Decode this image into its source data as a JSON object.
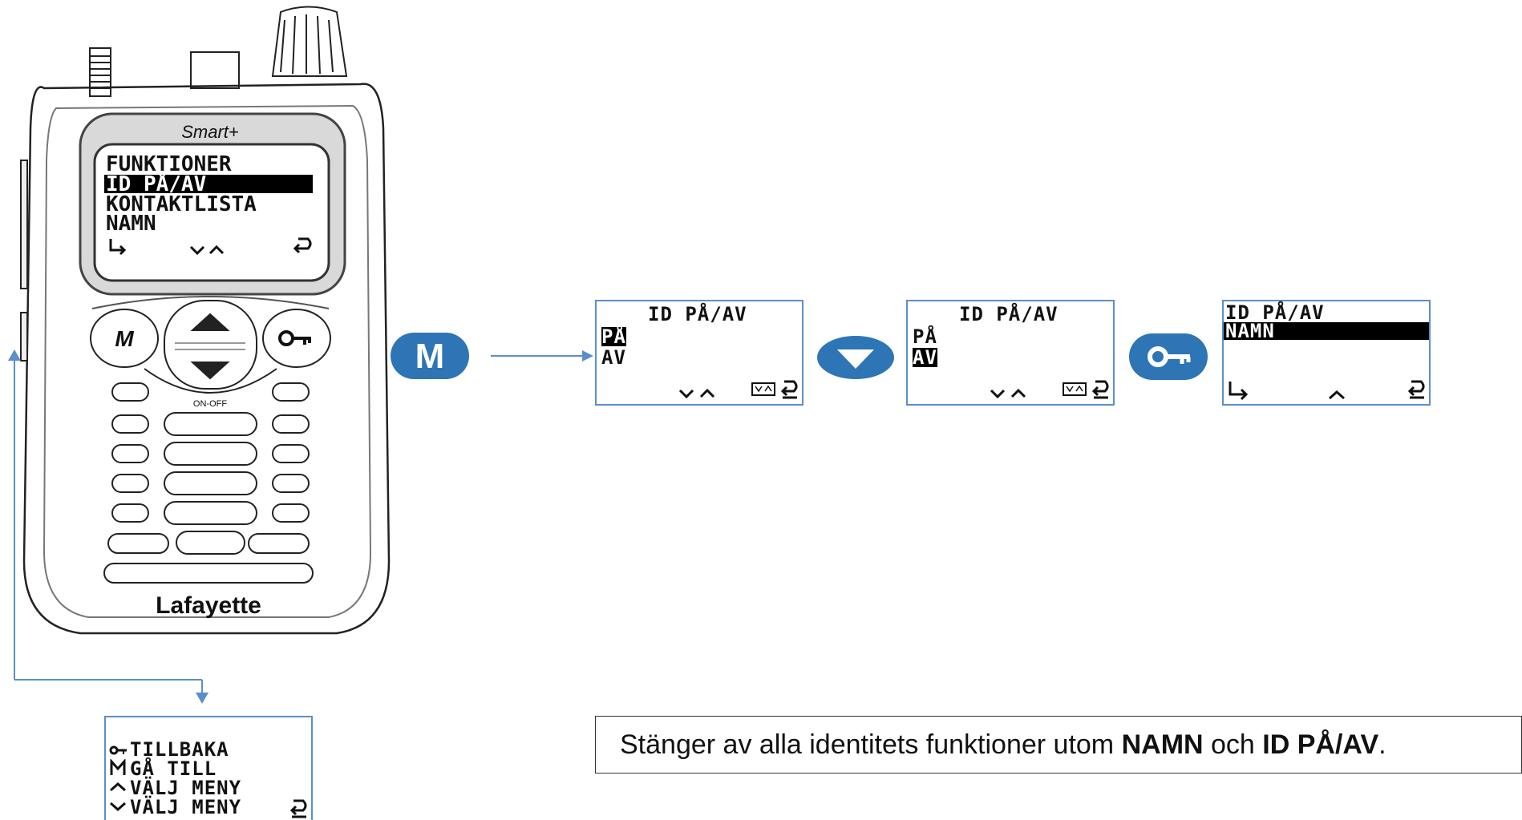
{
  "radio": {
    "brand": "Lafayette",
    "model": "Smart+",
    "on_off_label": "ON-OFF",
    "m_key": "M",
    "screen": {
      "line1": "FUNKTIONER",
      "line2": "ID PÅ/AV",
      "line3": "KONTAKTLISTA",
      "line4": "NAMN"
    }
  },
  "buttons": {
    "menu_key": "M"
  },
  "screen1": {
    "title": "ID PÅ/AV",
    "option_on": "PÅ",
    "option_off": "AV"
  },
  "screen2": {
    "title": "ID PÅ/AV",
    "option_on": "PÅ",
    "option_off": "AV"
  },
  "screen3": {
    "line1": "ID PÅ/AV",
    "line2": "NAMN"
  },
  "help_screen": {
    "line1": "TILLBAKA",
    "line2": "GÅ TILL",
    "line3": "VÄLJ MENY",
    "line4": "VÄLJ MENY"
  },
  "note": {
    "text_before": "Stänger av alla identitets funktioner utom ",
    "bold1": "NAMN",
    "text_middle": " och ",
    "bold2": "ID PÅ/AV",
    "text_after": "."
  },
  "colors": {
    "accent": "#2e75b6",
    "lcd_border": "#5b8fc9"
  }
}
